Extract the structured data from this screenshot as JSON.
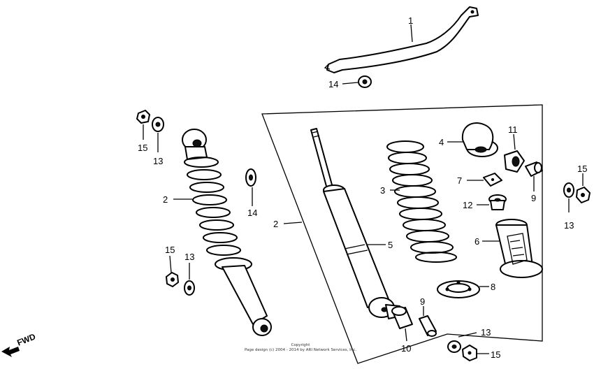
{
  "diagram": {
    "callouts": {
      "bracket": "1",
      "shock_assembly_left": "2",
      "shock_assembly_box": "2",
      "spring": "3",
      "upper_seat": "4",
      "damper": "5",
      "spring_guide": "6",
      "stopper_plate": "7",
      "lower_seat": "8",
      "collar_right": "9",
      "collar_bottom": "9",
      "bushing": "10",
      "joint_bush": "11",
      "stopper_rubber": "12",
      "washer_left_top": "13",
      "washer_left_bottom": "13",
      "washer_right": "13",
      "washer_bottom": "13",
      "washer_bracket": "14",
      "washer_mid": "14",
      "nut_left_top": "15",
      "nut_left_bottom": "15",
      "nut_right": "15",
      "nut_bottom": "15"
    },
    "fwd_label": "FWD",
    "copyright_line1": "Copyright",
    "copyright_line2": "Page design (c) 2004 - 2014 by ARI Network Services, Inc."
  }
}
